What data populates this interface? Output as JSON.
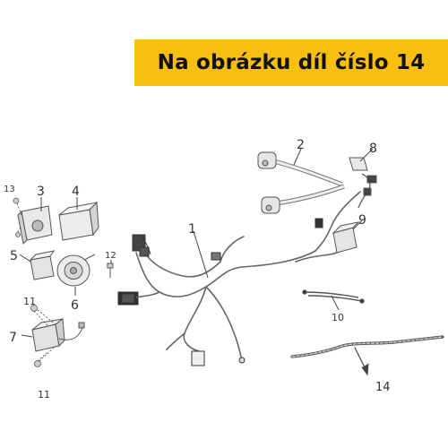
{
  "banner": {
    "text": "Na obrázku díl číslo 14",
    "background": "#f7bf12"
  },
  "part_numbers": {
    "p1": "1",
    "p2": "2",
    "p3": "3",
    "p4": "4",
    "p5": "5",
    "p6": "6",
    "p7": "7",
    "p8": "8",
    "p9": "9",
    "p10": "10",
    "p11a": "11",
    "p11b": "11",
    "p12": "12",
    "p13": "13",
    "p14": "14"
  },
  "highlighted_part": "14"
}
